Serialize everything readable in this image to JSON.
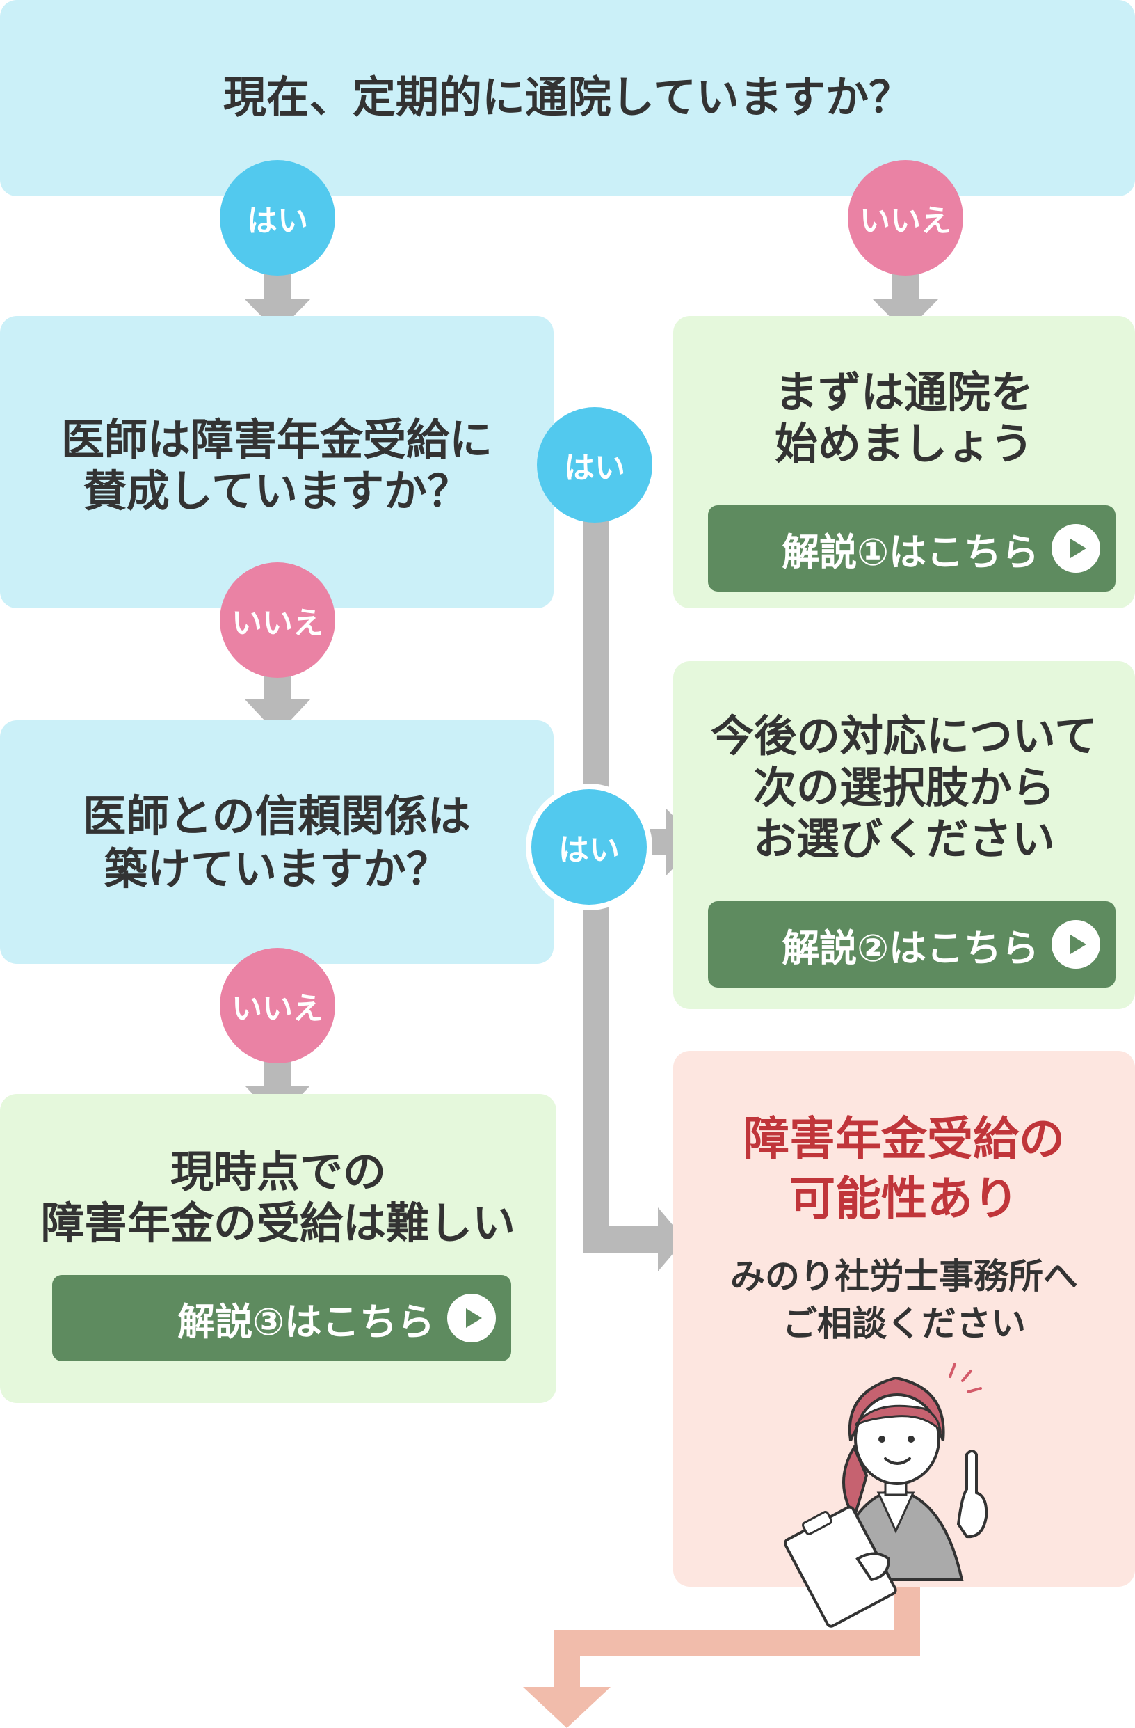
{
  "q1": {
    "text": "現在、定期的に通院していますか？"
  },
  "q2": {
    "line1": "医師は障害年金受給に",
    "line2": "賛成していますか？"
  },
  "q3": {
    "line1": "医師との信頼関係は",
    "line2": "築けていますか？"
  },
  "answers": {
    "yes": "はい",
    "no": "いいえ"
  },
  "result1": {
    "line1": "まずは通院を",
    "line2": "始めましょう",
    "button": "解説①はこちら"
  },
  "result2": {
    "line1": "今後の対応について",
    "line2": "次の選択肢から",
    "line3": "お選びください",
    "button": "解説②はこちら"
  },
  "result3": {
    "line1": "現時点での",
    "line2": "障害年金の受給は難しい",
    "button": "解説③はこちら"
  },
  "result4": {
    "title1": "障害年金受給の",
    "title2": "可能性あり",
    "sub1": "みのり社労士事務所へ",
    "sub2": "ご相談ください"
  },
  "colors": {
    "yes": "#52c9ee",
    "no": "#ea82a4",
    "question_bg": "#cbf0f8",
    "result_bg": "#e5f8dc",
    "highlight_bg": "#fde6e0",
    "button": "#5e8b5f",
    "arrow": "#b9b9b9",
    "accent_arrow": "#f1bcab",
    "highlight_text": "#c0353a"
  }
}
